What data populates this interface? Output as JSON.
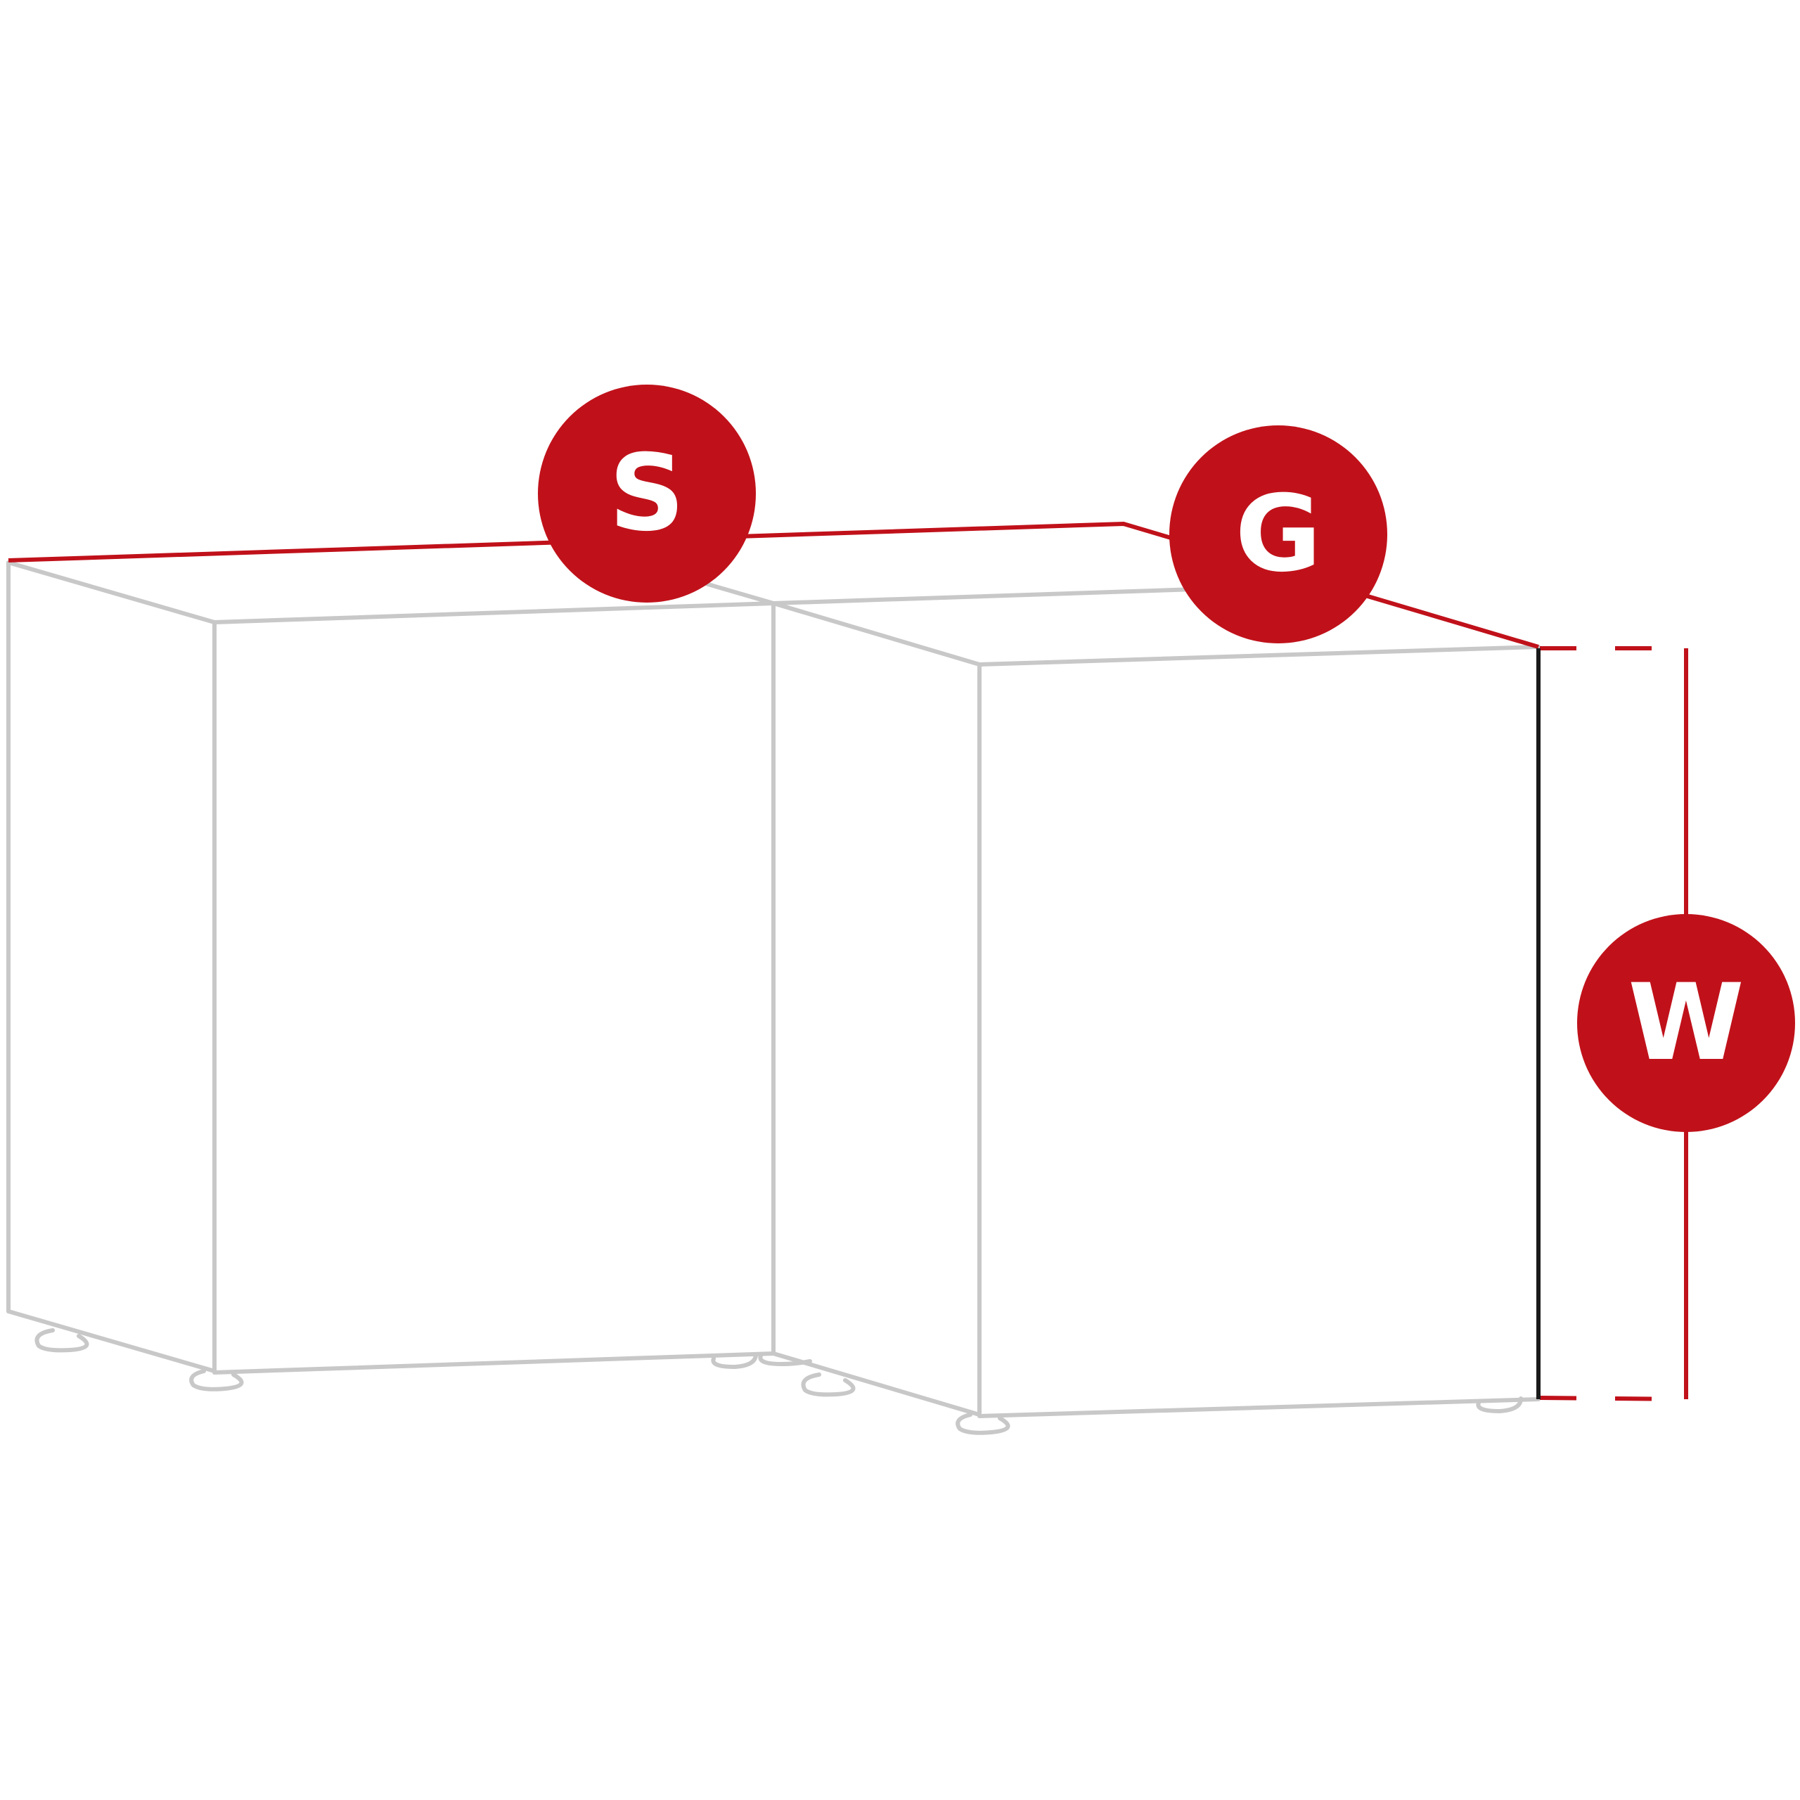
{
  "diagram": {
    "labels": {
      "depth": "S",
      "width": "G",
      "height": "W"
    },
    "colors": {
      "accent": "#c0111a",
      "outline": "#c8c8c8",
      "edge": "#1a1a1a",
      "background": "#ffffff",
      "label_text": "#ffffff"
    }
  }
}
